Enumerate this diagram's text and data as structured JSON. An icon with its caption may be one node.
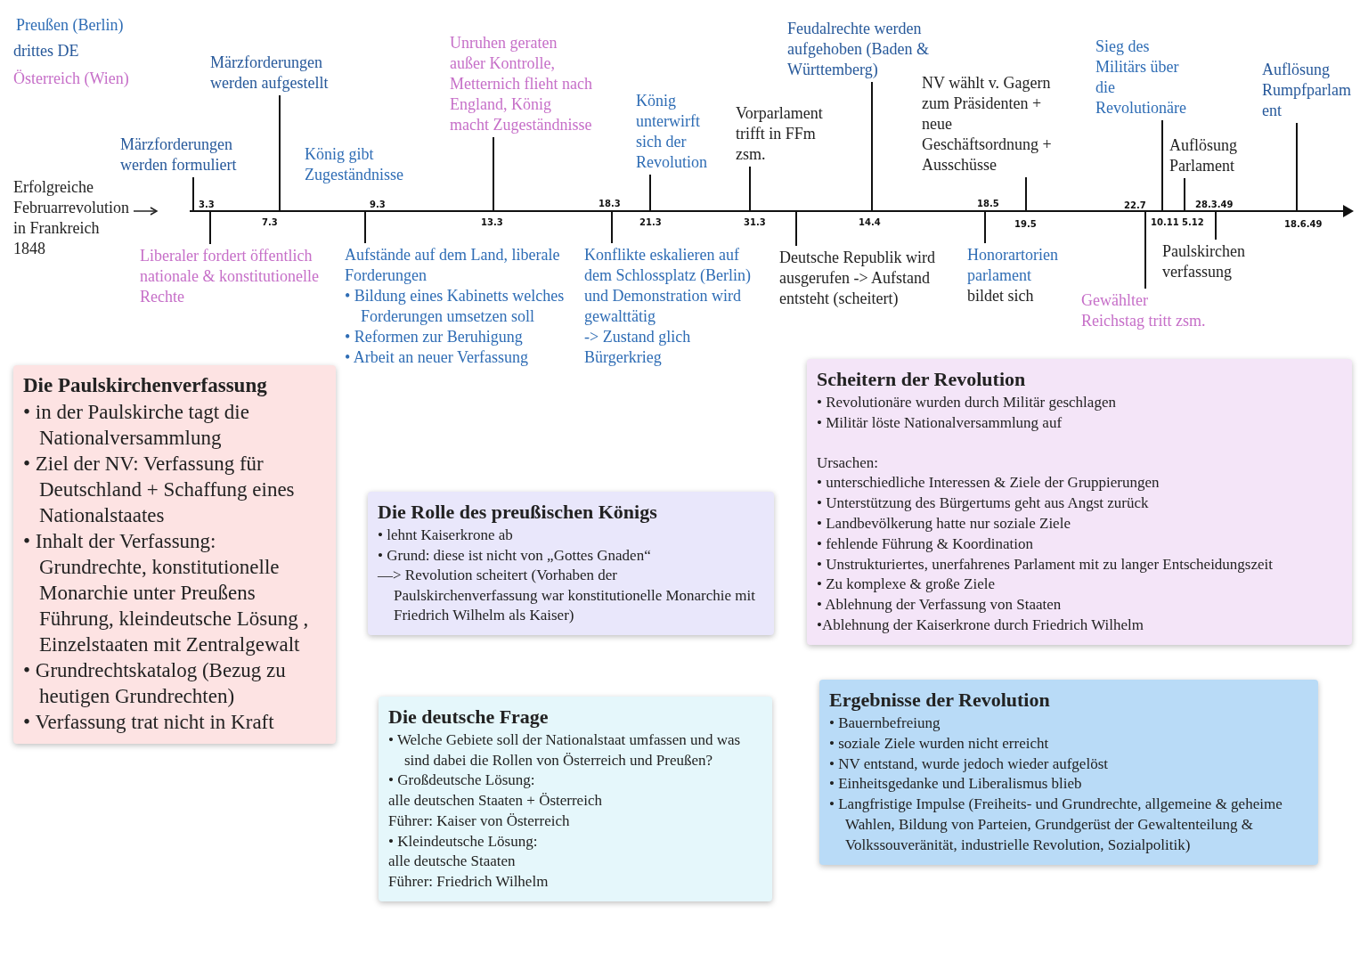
{
  "diagram": {
    "nodes": [
      {
        "text": [
          "Erfolgreiche Februarrevolution in Frankreich 1848"
        ]
      },
      {
        "text": [
          "Märzforderungen werden formuliert"
        ]
      },
      {
        "text": [
          "Märzforderungen werden aufgestellt"
        ]
      },
      {
        "text": [
          "König gibt Zugeständnisse"
        ]
      },
      {
        "text": [
          "Unruhen geraten außer Kontrolle, Metternich flieht nach England, König macht Zugeständnisse"
        ]
      },
      {
        "text": [
          "König unterwirft sich der Revolution"
        ]
      },
      {
        "text": [
          "Vorparlament trifft in FFm zsm."
        ]
      },
      {
        "text": [
          "Feudalrechte werden aufgehoben (Baden & Württemberg)"
        ]
      },
      {
        "text": [
          "NV wählt v. Gagern zum Präsidenten + neue Geschäftsordnung + Ausschüsse"
        ]
      },
      {
        "text": [
          "Sieg des Militärs über die Revolutionäre"
        ]
      },
      {
        "text": [
          "Auflösung Parlament"
        ]
      },
      {
        "text": [
          "Auflösung Rumpfparlament"
        ]
      },
      {
        "text": [
          "Liberaler fordert öffentlich nationale & konstitutionelle Rechte"
        ]
      },
      {
        "text": [
          "Aufstände auf dem Land, liberale Forderungen",
          "• Bildung eines Kabinetts welches Forderungen umsetzen soll",
          "• Reformen zur Beruhigung",
          "• Arbeit an neuer Verfassung"
        ]
      },
      {
        "text": [
          "Konflikte eskalieren auf dem Schlossplatz (Berlin) und Demonstration wird gewalttätig",
          "-> Zustand glich Bürgerkrieg"
        ]
      },
      {
        "text": [
          "Deutsche Republik wird ausgerufen -> Aufstand entsteht (scheitert)"
        ]
      },
      {
        "text": [
          "Honorartorien parlament",
          "bildet sich"
        ]
      },
      {
        "text": [
          "Gewählter Reichstag tritt zsm."
        ]
      },
      {
        "text": [
          "Paulskirchen verfassung"
        ]
      },
      {
        "text": [
          "Die Paulskirchenverfassung",
          "• in der Paulskirche tagt die Nationalversammlung",
          "• Ziel der NV: Verfassung für Deutschland + Schaffung eines Nationalstaates",
          "• Inhalt der Verfassung: Grundrechte, konstitutionelle Monarchie unter Preußens Führung, kleindeutsche Lösung , Einzelstaaten mit Zentralgewalt",
          "• Grundrechtskatalog (Bezug zu heutigen Grundrechten)",
          "• Verfassung trat nicht in Kraft"
        ]
      },
      {
        "text": [
          "Die Rolle des preußischen Königs",
          "• lehnt Kaiserkrone ab",
          "• Grund: diese ist nicht von „Gottes Gnaden“",
          "—> Revolution scheitert (Vorhaben der Paulskirchenverfassung war konstitutionelle Monarchie mit Friedrich Wilhelm als Kaiser)"
        ]
      },
      {
        "text": [
          "Die deutsche Frage",
          "• Welche Gebiete soll der Nationalstaat umfassen und was sind dabei die Rollen von Österreich und Preußen?",
          "• Großdeutsche Lösung:",
          "alle deutschen Staaten + Österreich",
          "Führer: Kaiser von Österreich",
          "• Kleindeutsche Lösung:",
          "alle deutsche Staaten",
          "Führer: Friedrich Wilhelm"
        ]
      },
      {
        "text": [
          "Scheitern der Revolution",
          "• Revolutionäre wurden durch Militär geschlagen",
          "• Militär löste Nationalversammlung auf",
          "Ursachen:",
          "• unterschiedliche Interessen & Ziele der Gruppierungen",
          "• Unterstützung des Bürgertums geht aus Angst zurück",
          "• Landbevölkerung hatte nur soziale Ziele",
          "• fehlende Führung & Koordination",
          "• Unstrukturiertes, unerfahrenes Parlament mit zu langer Entscheidungszeit",
          "• Zu komplexe & große Ziele",
          "• Ablehnung der Verfassung von Staaten",
          "•Ablehnung der Kaiserkrone durch Friedrich Wilhelm"
        ]
      },
      {
        "text": [
          "Ergebnisse der Revolution",
          "• Bauernbefreiung",
          "• soziale Ziele wurden nicht erreicht",
          "• NV entstand, wurde jedoch wieder aufgelöst",
          "• Einheitsgedanke und Liberalismus blieb",
          "• Langfristige Impulse (Freiheits- und Grundrechte, allgemeine & geheime Wahlen, Bildung von Parteien, Grundgerüst der Gewaltenteilung & Volkssouveränität, industrielle Revolution, Sozialpolitik)"
        ]
      },
      {
        "text": [],
        "shape": "bar"
      }
    ],
    "edges": [
      {
        "from": 0,
        "to": null,
        "arrow": "to"
      },
      {
        "from": 1,
        "to": 24,
        "arrow": "none"
      },
      {
        "from": 2,
        "to": 24,
        "arrow": "none"
      },
      {
        "from": 4,
        "to": 24,
        "arrow": "none"
      },
      {
        "from": 5,
        "to": 24,
        "arrow": "none"
      },
      {
        "from": 6,
        "to": 24,
        "arrow": "none"
      },
      {
        "from": 7,
        "to": 24,
        "arrow": "none"
      },
      {
        "from": 8,
        "to": 24,
        "arrow": "none"
      },
      {
        "from": 9,
        "to": 24,
        "arrow": "none"
      },
      {
        "from": 10,
        "to": 24,
        "arrow": "none"
      },
      {
        "from": 11,
        "to": 24,
        "arrow": "none"
      },
      {
        "from": 12,
        "to": 24,
        "arrow": "none"
      },
      {
        "from": 13,
        "to": 24,
        "arrow": "none"
      },
      {
        "from": 14,
        "to": 24,
        "arrow": "none"
      },
      {
        "from": 15,
        "to": 24,
        "arrow": "none"
      },
      {
        "from": 16,
        "to": 24,
        "arrow": "none"
      },
      {
        "from": 17,
        "to": 24,
        "arrow": "none"
      },
      {
        "from": 18,
        "to": 24,
        "arrow": "none"
      }
    ],
    "labels": [
      "Preußen (Berlin)",
      "drittes DE",
      "Österreich (Wien)",
      "3.3",
      "7.3",
      "9.3",
      "13.3",
      "18.3",
      "21.3",
      "31.3",
      "14.4",
      "18.5",
      "19.5",
      "22.7",
      "10.11",
      "5.12",
      "28.3.49",
      "18.6.49"
    ]
  }
}
